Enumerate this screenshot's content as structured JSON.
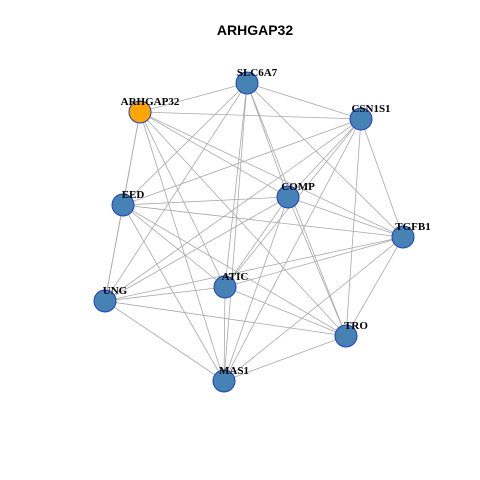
{
  "title": "ARHGAP32",
  "colors": {
    "node_fill": "#4682B4",
    "node_stroke": "#1f3fbf",
    "highlight_fill": "#FFA500",
    "edge": "#a9a9a9",
    "background": "#ffffff"
  },
  "nodes": [
    {
      "id": "SLC6A7",
      "label": "SLC6A7",
      "highlight": false
    },
    {
      "id": "ARHGAP32",
      "label": "ARHGAP32",
      "highlight": true
    },
    {
      "id": "CSN1S1",
      "label": "CSN1S1",
      "highlight": false
    },
    {
      "id": "COMP",
      "label": "COMP",
      "highlight": false
    },
    {
      "id": "EED",
      "label": "EED",
      "highlight": false
    },
    {
      "id": "TGFB1",
      "label": "TGFB1",
      "highlight": false
    },
    {
      "id": "ATIC",
      "label": "ATIC",
      "highlight": false
    },
    {
      "id": "UNG",
      "label": "UNG",
      "highlight": false
    },
    {
      "id": "TRO",
      "label": "TRO",
      "highlight": false
    },
    {
      "id": "MAS1",
      "label": "MAS1",
      "highlight": false
    }
  ],
  "edges": [
    [
      "ARHGAP32",
      "SLC6A7"
    ],
    [
      "ARHGAP32",
      "CSN1S1"
    ],
    [
      "ARHGAP32",
      "COMP"
    ],
    [
      "ARHGAP32",
      "EED"
    ],
    [
      "ARHGAP32",
      "TGFB1"
    ],
    [
      "ARHGAP32",
      "ATIC"
    ],
    [
      "ARHGAP32",
      "UNG"
    ],
    [
      "ARHGAP32",
      "TRO"
    ],
    [
      "ARHGAP32",
      "MAS1"
    ],
    [
      "SLC6A7",
      "CSN1S1"
    ],
    [
      "SLC6A7",
      "COMP"
    ],
    [
      "SLC6A7",
      "EED"
    ],
    [
      "SLC6A7",
      "TGFB1"
    ],
    [
      "SLC6A7",
      "ATIC"
    ],
    [
      "SLC6A7",
      "UNG"
    ],
    [
      "SLC6A7",
      "TRO"
    ],
    [
      "SLC6A7",
      "MAS1"
    ],
    [
      "CSN1S1",
      "COMP"
    ],
    [
      "CSN1S1",
      "EED"
    ],
    [
      "CSN1S1",
      "TGFB1"
    ],
    [
      "CSN1S1",
      "ATIC"
    ],
    [
      "CSN1S1",
      "UNG"
    ],
    [
      "CSN1S1",
      "TRO"
    ],
    [
      "CSN1S1",
      "MAS1"
    ],
    [
      "COMP",
      "EED"
    ],
    [
      "COMP",
      "TGFB1"
    ],
    [
      "COMP",
      "ATIC"
    ],
    [
      "COMP",
      "UNG"
    ],
    [
      "COMP",
      "TRO"
    ],
    [
      "COMP",
      "MAS1"
    ],
    [
      "EED",
      "TGFB1"
    ],
    [
      "EED",
      "ATIC"
    ],
    [
      "EED",
      "UNG"
    ],
    [
      "EED",
      "TRO"
    ],
    [
      "EED",
      "MAS1"
    ],
    [
      "TGFB1",
      "ATIC"
    ],
    [
      "TGFB1",
      "UNG"
    ],
    [
      "TGFB1",
      "TRO"
    ],
    [
      "TGFB1",
      "MAS1"
    ],
    [
      "ATIC",
      "UNG"
    ],
    [
      "ATIC",
      "TRO"
    ],
    [
      "ATIC",
      "MAS1"
    ],
    [
      "UNG",
      "TRO"
    ],
    [
      "UNG",
      "MAS1"
    ],
    [
      "TRO",
      "MAS1"
    ]
  ]
}
